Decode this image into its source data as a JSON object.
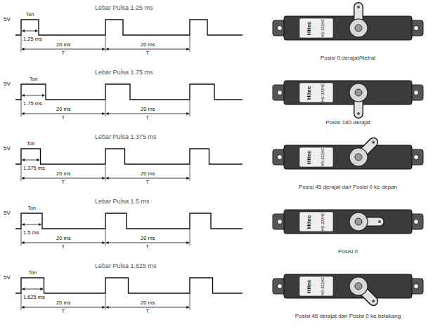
{
  "diagram": {
    "labels": [
      "Lebar Pulsa 1.25 ms",
      "5V",
      "Ton",
      "1.25 ms",
      "20 ms",
      "T",
      "20 ms",
      "T",
      "Hitec",
      "HS-322HC",
      "Posisi 0 derajat/Netral",
      "Lebar Pulsa 1.75 ms",
      "5V",
      "Ton",
      "1.75 ms",
      "20 ms",
      "T",
      "20 ms",
      "T",
      "Hitec",
      "HS-322HC",
      "Posisi 180 derajat",
      "Lebar Pulsa 1.375 ms",
      "5V",
      "Ton",
      "1.375 ms",
      "20 ms",
      "T",
      "20 ms",
      "T",
      "Hitec",
      "HS-322HC",
      "Posisi 45 derajat dari Posisi 0 ke depan",
      "Lebar Pulsa 1.5 ms",
      "5V",
      "Ton",
      "1.5 ms",
      "20 ms",
      "T",
      "20 ms",
      "T",
      "Hitec",
      "HS-322HC",
      "Posisi 0",
      "Lebar Pulsa 1.625 ms",
      "5V",
      "Ton",
      "1.625 ms",
      "20 ms",
      "T",
      "20 ms",
      "T",
      "Hitec",
      "HS-322HC",
      "Posisi 45 derajat dari Posisi 0 ke belakang"
    ]
  }
}
